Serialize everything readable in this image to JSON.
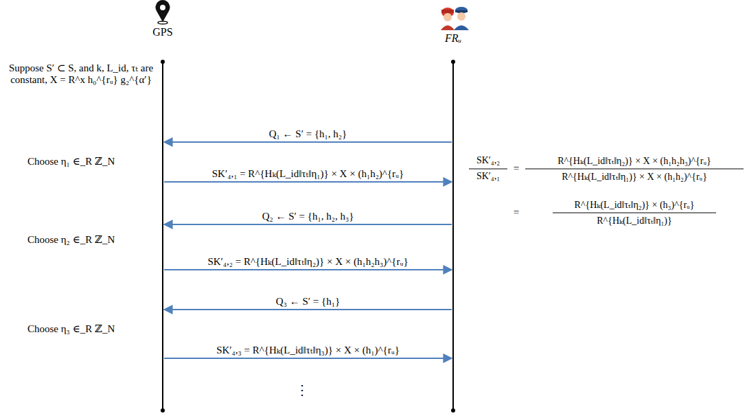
{
  "diagram": {
    "nodes": [
      {
        "text": [
          "GPS"
        ]
      },
      {
        "text": [
          "FRᵤ"
        ]
      }
    ],
    "edges": [
      {
        "from": 1,
        "to": 0,
        "arrow": "to",
        "label": "Q₁ ← S′ = {h₁, h₂}"
      },
      {
        "from": 0,
        "to": 1,
        "arrow": "to",
        "label": "SK′₄,₁ = R^{Hₖ(L_id‖τₜ‖η₁)} × X × (h₁h₂)^{rᵤ}"
      },
      {
        "from": 1,
        "to": 0,
        "arrow": "to",
        "label": "Q₂ ← S′ = {h₁, h₂, h₃}"
      },
      {
        "from": 0,
        "to": 1,
        "arrow": "to",
        "label": "SK′₄,₂ = R^{Hₖ(L_id‖τₜ‖η₂)} × X × (h₁h₂h₃)^{rᵤ}"
      },
      {
        "from": 1,
        "to": 0,
        "arrow": "to",
        "label": "Q₃ ← S′ = {h₁}"
      },
      {
        "from": 0,
        "to": 1,
        "arrow": "to",
        "label": "SK′₄,₃ = R^{Hₖ(L_id‖τₜ‖η₃)} × X × (h₁)^{rᵤ}"
      }
    ],
    "labels": [
      "Suppose S′ ⊂ S, and k, L_id, τₜ are constant, X = R^x h₀^{rᵤ} g₂^{α′}",
      "Choose η₁ ∈_R ℤ_N",
      "Choose η₂ ∈_R ℤ_N",
      "Choose η₃ ∈_R ℤ_N",
      "SK′₄,₂",
      "SK′₄,₁",
      "=",
      "R^{Hₖ(L_id‖τₜ‖η₂)} × X × (h₁h₂h₃)^{rᵤ}",
      "R^{Hₖ(L_id‖τₜ‖η₁)} × X × (h₁h₂)^{rᵤ}",
      "=",
      "R^{Hₖ(L_id‖τₜ‖η₂)} × (h₃)^{rᵤ}",
      "R^{Hₖ(L_id‖τₜ‖η₁)}",
      "⋮"
    ]
  }
}
